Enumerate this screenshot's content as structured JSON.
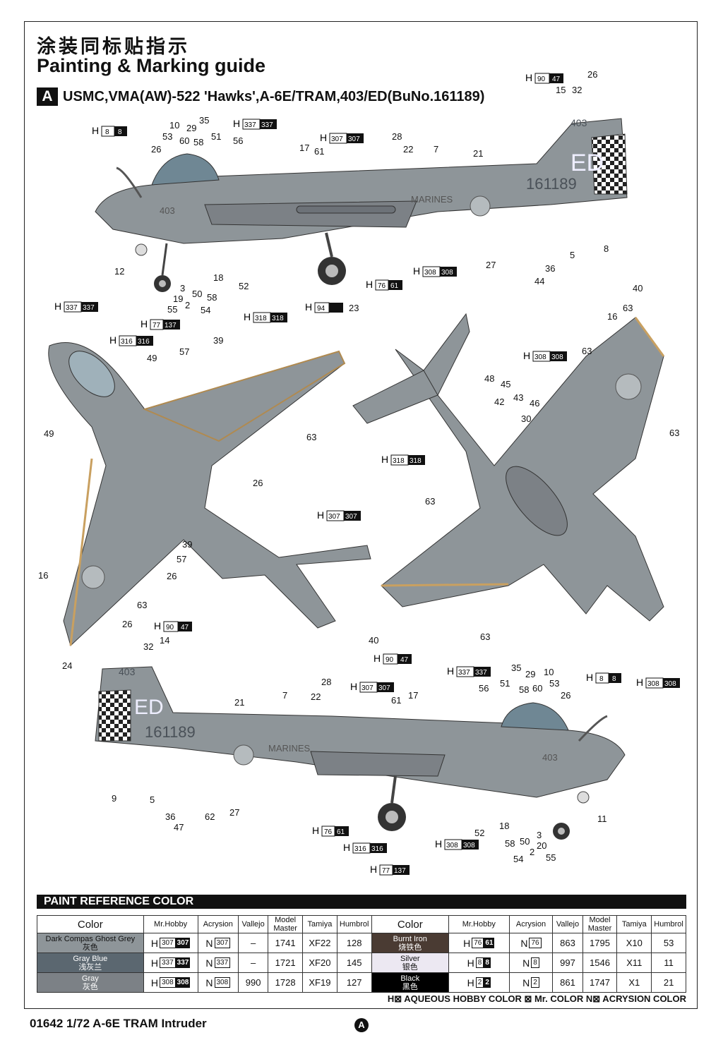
{
  "header": {
    "title_cn": "涂装同标贴指示",
    "title_en": "Painting & Marking guide",
    "scheme_badge": "A",
    "scheme_text": "USMC,VMA(AW)-522 'Hawks',A-6E/TRAM,403/ED(BuNo.161189)"
  },
  "aircraft_markings": {
    "modex": "403",
    "tail_code": "ED",
    "buno": "161189",
    "service": "MARINES"
  },
  "colors": {
    "dark_compass_ghost_grey": "#8e9599",
    "gray_blue": "#5b6770",
    "gray": "#7c8186",
    "burnt_iron": "#4a3b33",
    "silver": "#d8d8dc",
    "black": "#000000"
  },
  "callouts": {
    "side_top": [
      "26",
      "15",
      "32",
      "10",
      "53",
      "29",
      "35",
      "60",
      "58",
      "51",
      "56",
      "17",
      "61",
      "28",
      "22",
      "7",
      "21",
      "26",
      "12",
      "3",
      "19",
      "2",
      "50",
      "58",
      "54",
      "55",
      "18",
      "52",
      "27",
      "36",
      "44",
      "5",
      "8"
    ],
    "paint_codes": {
      "h90": {
        "code": "90",
        "fill": "47"
      },
      "h8": {
        "code": "8",
        "fill": "8"
      },
      "h337": {
        "code": "337",
        "fill": "337"
      },
      "h307": {
        "code": "307",
        "fill": "307"
      },
      "h308": {
        "code": "308",
        "fill": "308"
      },
      "h76": {
        "code": "76",
        "fill": "61"
      },
      "h77": {
        "code": "77",
        "fill": "137"
      },
      "h316": {
        "code": "316",
        "fill": "316"
      },
      "h318": {
        "code": "318",
        "fill": "318"
      },
      "h94": {
        "code": "94",
        "fill": ""
      }
    }
  },
  "paint_table": {
    "section_title": "PAINT  REFERENCE COLOR",
    "headers": [
      "Color",
      "Mr.Hobby",
      "Acrysion",
      "Vallejo",
      "Model Master",
      "Tamiya",
      "Humbrol"
    ],
    "left": [
      {
        "name": "Dark Compas Ghost Grey",
        "cn": "灰色",
        "h": "307",
        "hf": "307",
        "n": "307",
        "vallejo": "–",
        "mm": "1741",
        "tamiya": "XF22",
        "humbrol": "128"
      },
      {
        "name": "Gray Blue",
        "cn": "浅灰兰",
        "h": "337",
        "hf": "337",
        "n": "337",
        "vallejo": "–",
        "mm": "1721",
        "tamiya": "XF20",
        "humbrol": "145"
      },
      {
        "name": "Gray",
        "cn": "灰色",
        "h": "308",
        "hf": "308",
        "n": "308",
        "vallejo": "990",
        "mm": "1728",
        "tamiya": "XF19",
        "humbrol": "127"
      }
    ],
    "right": [
      {
        "name": "Burnt Iron",
        "cn": "烧铁色",
        "h": "76",
        "hf": "61",
        "n": "76",
        "vallejo": "863",
        "mm": "1795",
        "tamiya": "X10",
        "humbrol": "53"
      },
      {
        "name": "Silver",
        "cn": "银色",
        "h": "8",
        "hf": "8",
        "n": "8",
        "vallejo": "997",
        "mm": "1546",
        "tamiya": "X11",
        "humbrol": "11"
      },
      {
        "name": "Black",
        "cn": "黑色",
        "h": "2",
        "hf": "2",
        "n": "2",
        "vallejo": "861",
        "mm": "1747",
        "tamiya": "X1",
        "humbrol": "21"
      }
    ],
    "legend": "H⊠ AQUEOUS HOBBY COLOR   ⊠ Mr. COLOR   N⊠ ACRYSION COLOR"
  },
  "footer": {
    "product": "01642 1/72 A-6E TRAM Intruder",
    "page_badge": "A"
  }
}
